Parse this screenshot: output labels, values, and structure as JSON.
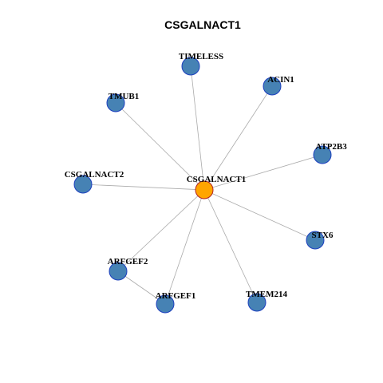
{
  "title": "CSGALNACT1",
  "colors": {
    "hub_fill": "#FFA500",
    "hub_stroke": "#B22222",
    "node_fill": "#4682B4",
    "node_stroke": "#1C3FBF",
    "edge": "#AAAAAA",
    "background": "#FFFFFF"
  },
  "nodes": [
    {
      "id": "CSGALNACT1",
      "label": "CSGALNACT1",
      "hub": true
    },
    {
      "id": "TIMELESS",
      "label": "TIMELESS",
      "hub": false
    },
    {
      "id": "ACIN1",
      "label": "ACIN1",
      "hub": false
    },
    {
      "id": "TMUB1",
      "label": "TMUB1",
      "hub": false
    },
    {
      "id": "ATP2B3",
      "label": "ATP2B3",
      "hub": false
    },
    {
      "id": "CSGALNACT2",
      "label": "CSGALNACT2",
      "hub": false
    },
    {
      "id": "STX6",
      "label": "STX6",
      "hub": false
    },
    {
      "id": "ARFGEF2",
      "label": "ARFGEF2",
      "hub": false
    },
    {
      "id": "ARFGEF1",
      "label": "ARFGEF1",
      "hub": false
    },
    {
      "id": "TMEM214",
      "label": "TMEM214",
      "hub": false
    }
  ],
  "edges": [
    [
      "CSGALNACT1",
      "TIMELESS"
    ],
    [
      "CSGALNACT1",
      "ACIN1"
    ],
    [
      "CSGALNACT1",
      "TMUB1"
    ],
    [
      "CSGALNACT1",
      "ATP2B3"
    ],
    [
      "CSGALNACT1",
      "CSGALNACT2"
    ],
    [
      "CSGALNACT1",
      "STX6"
    ],
    [
      "CSGALNACT1",
      "ARFGEF2"
    ],
    [
      "CSGALNACT1",
      "ARFGEF1"
    ],
    [
      "CSGALNACT1",
      "TMEM214"
    ],
    [
      "ARFGEF2",
      "ARFGEF1"
    ]
  ]
}
